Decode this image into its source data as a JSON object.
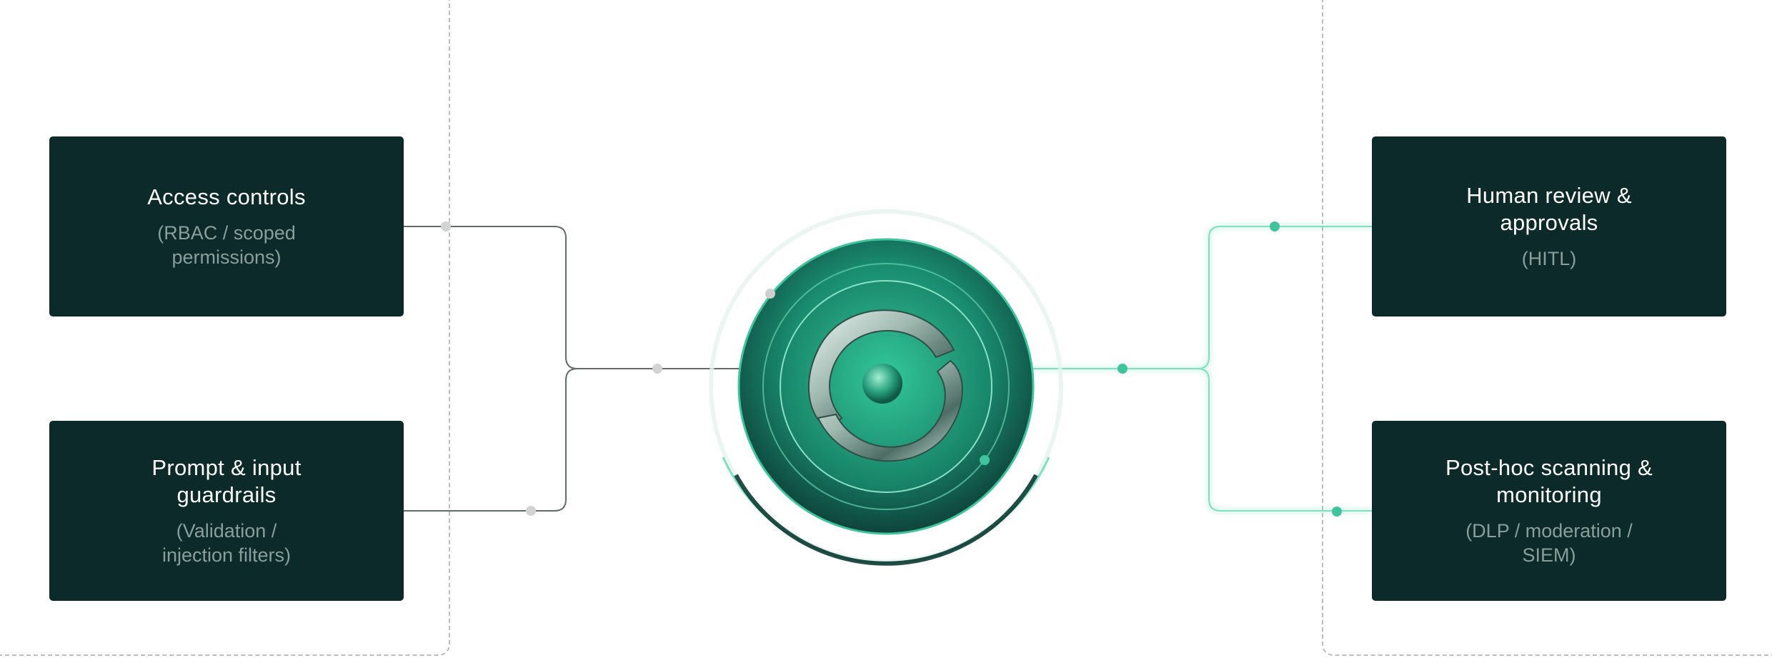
{
  "diagram": {
    "left_group": [
      {
        "title": "Access controls",
        "subtitle": "(RBAC / scoped permissions)"
      },
      {
        "title": "Prompt & input guardrails",
        "subtitle": "(Validation / injection filters)"
      }
    ],
    "right_group": [
      {
        "title": "Human review & approvals",
        "subtitle": "(HITL)"
      },
      {
        "title": "Post-hoc scanning & monitoring",
        "subtitle": "(DLP / moderation / SIEM)"
      }
    ],
    "center_hub": {
      "icon": "refresh-loop-icon"
    },
    "colors": {
      "card_bg": "#0c2a2a",
      "card_title": "#ffffff",
      "card_subtitle": "#8a9e9c",
      "left_connector": "#5f6c6b",
      "right_connector": "#7fe0bf",
      "accent": "#1faa85",
      "zone_border": "#bdbdbd"
    }
  }
}
